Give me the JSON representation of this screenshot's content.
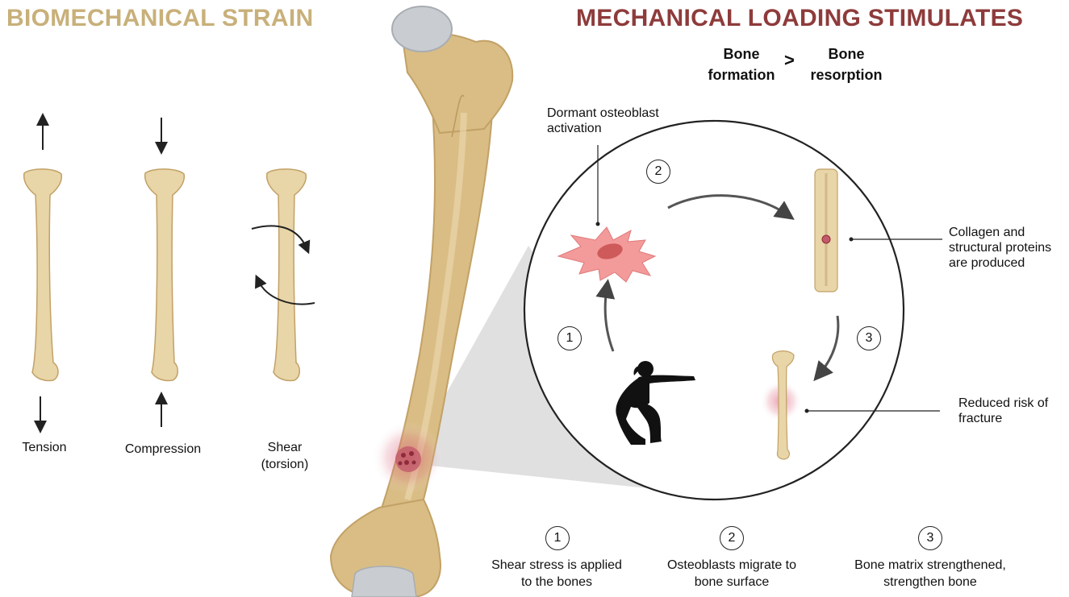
{
  "left_panel": {
    "title": "BIOMECHANICAL STRAIN",
    "strains": [
      {
        "label_line1": "Tension",
        "label_line2": ""
      },
      {
        "label_line1": "Compression",
        "label_line2": ""
      },
      {
        "label_line1": "Shear",
        "label_line2": "(torsion)"
      }
    ]
  },
  "right_panel": {
    "title": "MECHANICAL LOADING STIMULATES",
    "comparison": {
      "left_line1": "Bone",
      "left_line2": "formation",
      "operator": ">",
      "right_line1": "Bone",
      "right_line2": "resorption"
    },
    "callouts": {
      "osteoblast_line1": "Dormant osteoblast",
      "osteoblast_line2": "activation",
      "collagen_line1": "Collagen and",
      "collagen_line2": "structural proteins",
      "collagen_line3": "are produced",
      "fracture_line1": "Reduced risk of",
      "fracture_line2": "fracture"
    },
    "circle_steps": [
      "1",
      "2",
      "3"
    ],
    "steps": [
      {
        "number": "1",
        "line1": "Shear stress is applied",
        "line2": "to the bones"
      },
      {
        "number": "2",
        "line1": "Osteoblasts migrate to",
        "line2": "bone surface"
      },
      {
        "number": "3",
        "line1": "Bone matrix strengthened,",
        "line2": "strengthen bone"
      }
    ]
  },
  "colors": {
    "bone": "#e8d5a8",
    "bone_large": "#d9bd85",
    "bone_shadow": "#c2a166",
    "cartilage": "#c9cdd2",
    "left_title": "#c8b07a",
    "right_title": "#8e3b3b",
    "osteoblast": "#f08a8a",
    "lesion": "#b03a4a"
  }
}
